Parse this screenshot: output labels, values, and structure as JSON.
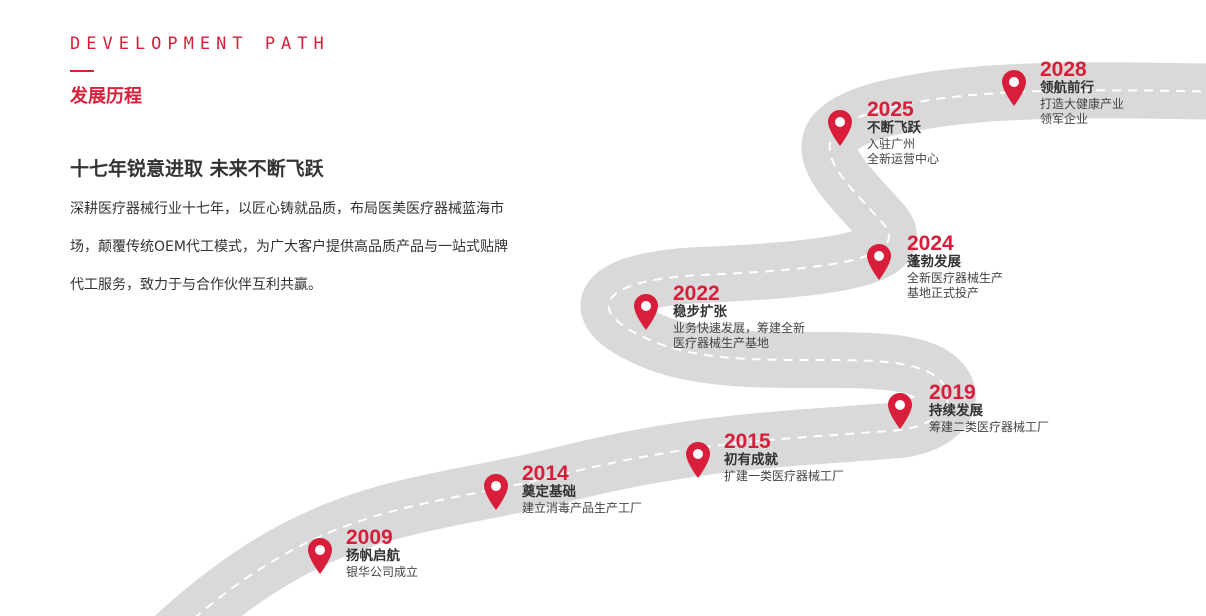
{
  "header": {
    "title_en": "DEVELOPMENT PATH",
    "title_cn": "发展历程"
  },
  "intro": {
    "slogan": "十七年锐意进取 未来不断飞跃",
    "body": "深耕医疗器械行业十七年，以匠心铸就品质，布局医美医疗器械蓝海市场，颠覆传统OEM代工模式，为广大客户提供高品质产品与一站式贴牌代工服务，致力于与合作伙伴互利共赢。"
  },
  "colors": {
    "accent": "#d81e3a",
    "road": "#d9d9d9",
    "road_dash": "#ffffff",
    "text": "#333333"
  },
  "milestones": [
    {
      "year": "2009",
      "title": "扬帆启航",
      "lines": [
        "银华公司成立"
      ]
    },
    {
      "year": "2014",
      "title": "奠定基础",
      "lines": [
        "建立消毒产品生产工厂"
      ]
    },
    {
      "year": "2015",
      "title": "初有成就",
      "lines": [
        "扩建一类医疗器械工厂"
      ]
    },
    {
      "year": "2019",
      "title": "持续发展",
      "lines": [
        "筹建二类医疗器械工厂"
      ]
    },
    {
      "year": "2022",
      "title": "稳步扩张",
      "lines": [
        "业务快速发展，筹建全新",
        "医疗器械生产基地"
      ]
    },
    {
      "year": "2024",
      "title": "蓬勃发展",
      "lines": [
        "全新医疗器械生产",
        "基地正式投产"
      ]
    },
    {
      "year": "2025",
      "title": "不断飞跃",
      "lines": [
        "入驻广州",
        "全新运营中心"
      ]
    },
    {
      "year": "2028",
      "title": "领航前行",
      "lines": [
        "打造大健康产业",
        "领军企业"
      ]
    }
  ]
}
